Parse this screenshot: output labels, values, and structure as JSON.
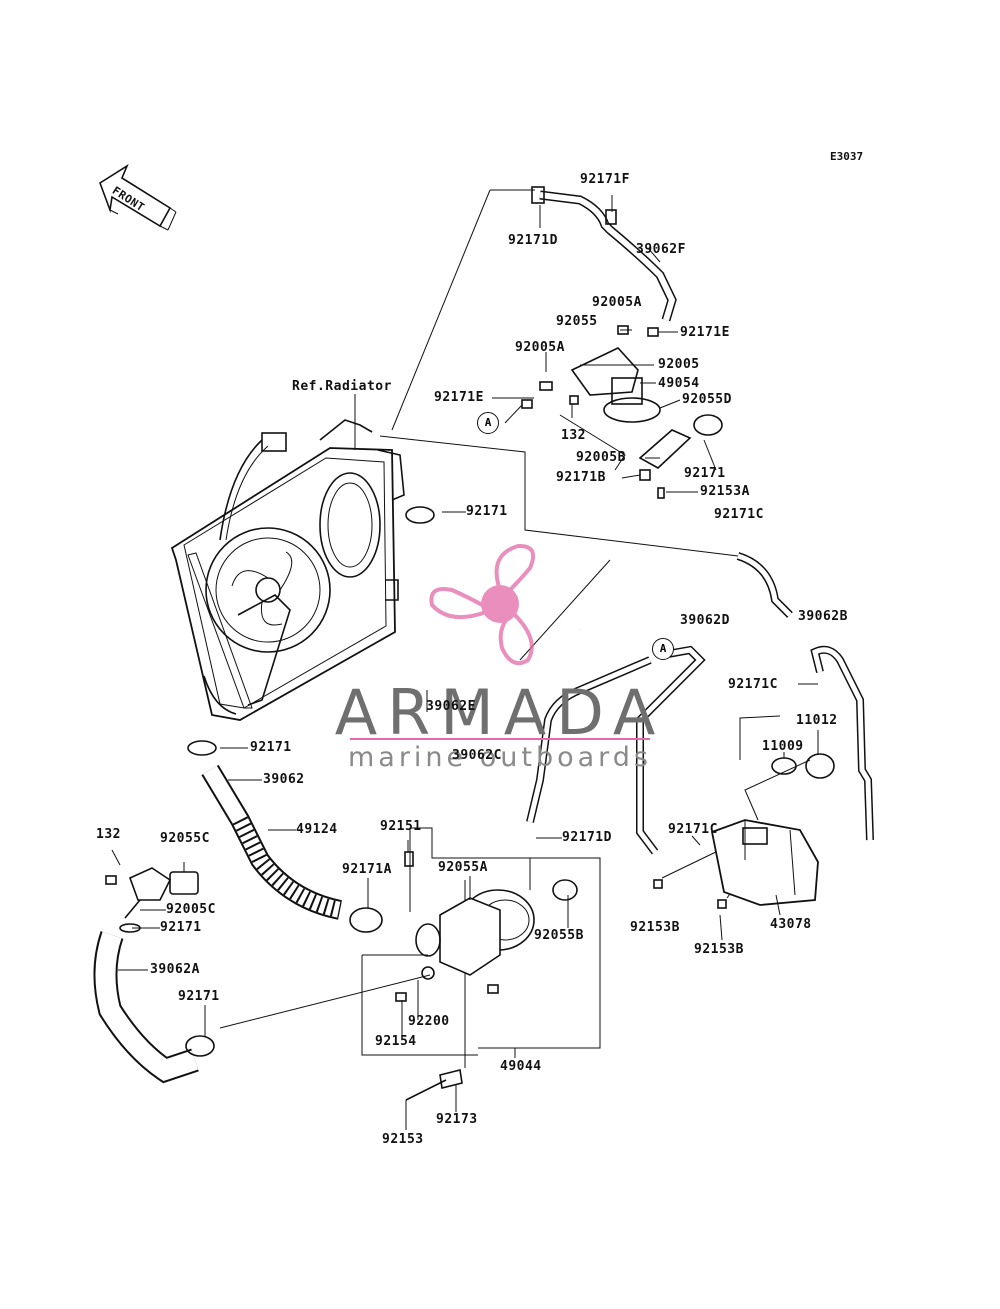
{
  "diagram": {
    "code": "E3037",
    "front_label": "FRONT",
    "ref_label": "Ref.Radiator",
    "connector_marker": "A",
    "watermark": {
      "title": "ARMADA",
      "subtitle": "marine outboards",
      "accent_color": "#e36aa7"
    },
    "labels": {
      "l_92171F": "92171F",
      "l_92171D_top": "92171D",
      "l_39062F": "39062F",
      "l_92005A_r": "92005A",
      "l_92055": "92055",
      "l_92171E_r": "92171E",
      "l_92005A_l": "92005A",
      "l_92005": "92005",
      "l_49054": "49054",
      "l_92171E_l": "92171E",
      "l_92055D": "92055D",
      "l_132_top": "132",
      "l_92005B": "92005B",
      "l_92171_top": "92171",
      "l_92171B": "92171B",
      "l_92153A": "92153A",
      "l_92171_rad": "92171",
      "l_92171C_top": "92171C",
      "l_39062D": "39062D",
      "l_39062B": "39062B",
      "l_92171C_mid": "92171C",
      "l_11012": "11012",
      "l_11009": "11009",
      "l_39062E": "39062E",
      "l_39062C": "39062C",
      "l_92171_low": "92171",
      "l_39062": "39062",
      "l_49124": "49124",
      "l_92151": "92151",
      "l_92171D_mid": "92171D",
      "l_92171C_tank": "92171C",
      "l_132_bl": "132",
      "l_92055C": "92055C",
      "l_92171A": "92171A",
      "l_92055A": "92055A",
      "l_92005C": "92005C",
      "l_92171_bl": "92171",
      "l_92153B_l": "92153B",
      "l_43078": "43078",
      "l_92153B_b": "92153B",
      "l_92055B": "92055B",
      "l_39062A": "39062A",
      "l_92171_hose": "92171",
      "l_92200": "92200",
      "l_92154": "92154",
      "l_49044": "49044",
      "l_92173": "92173",
      "l_92153": "92153"
    }
  }
}
